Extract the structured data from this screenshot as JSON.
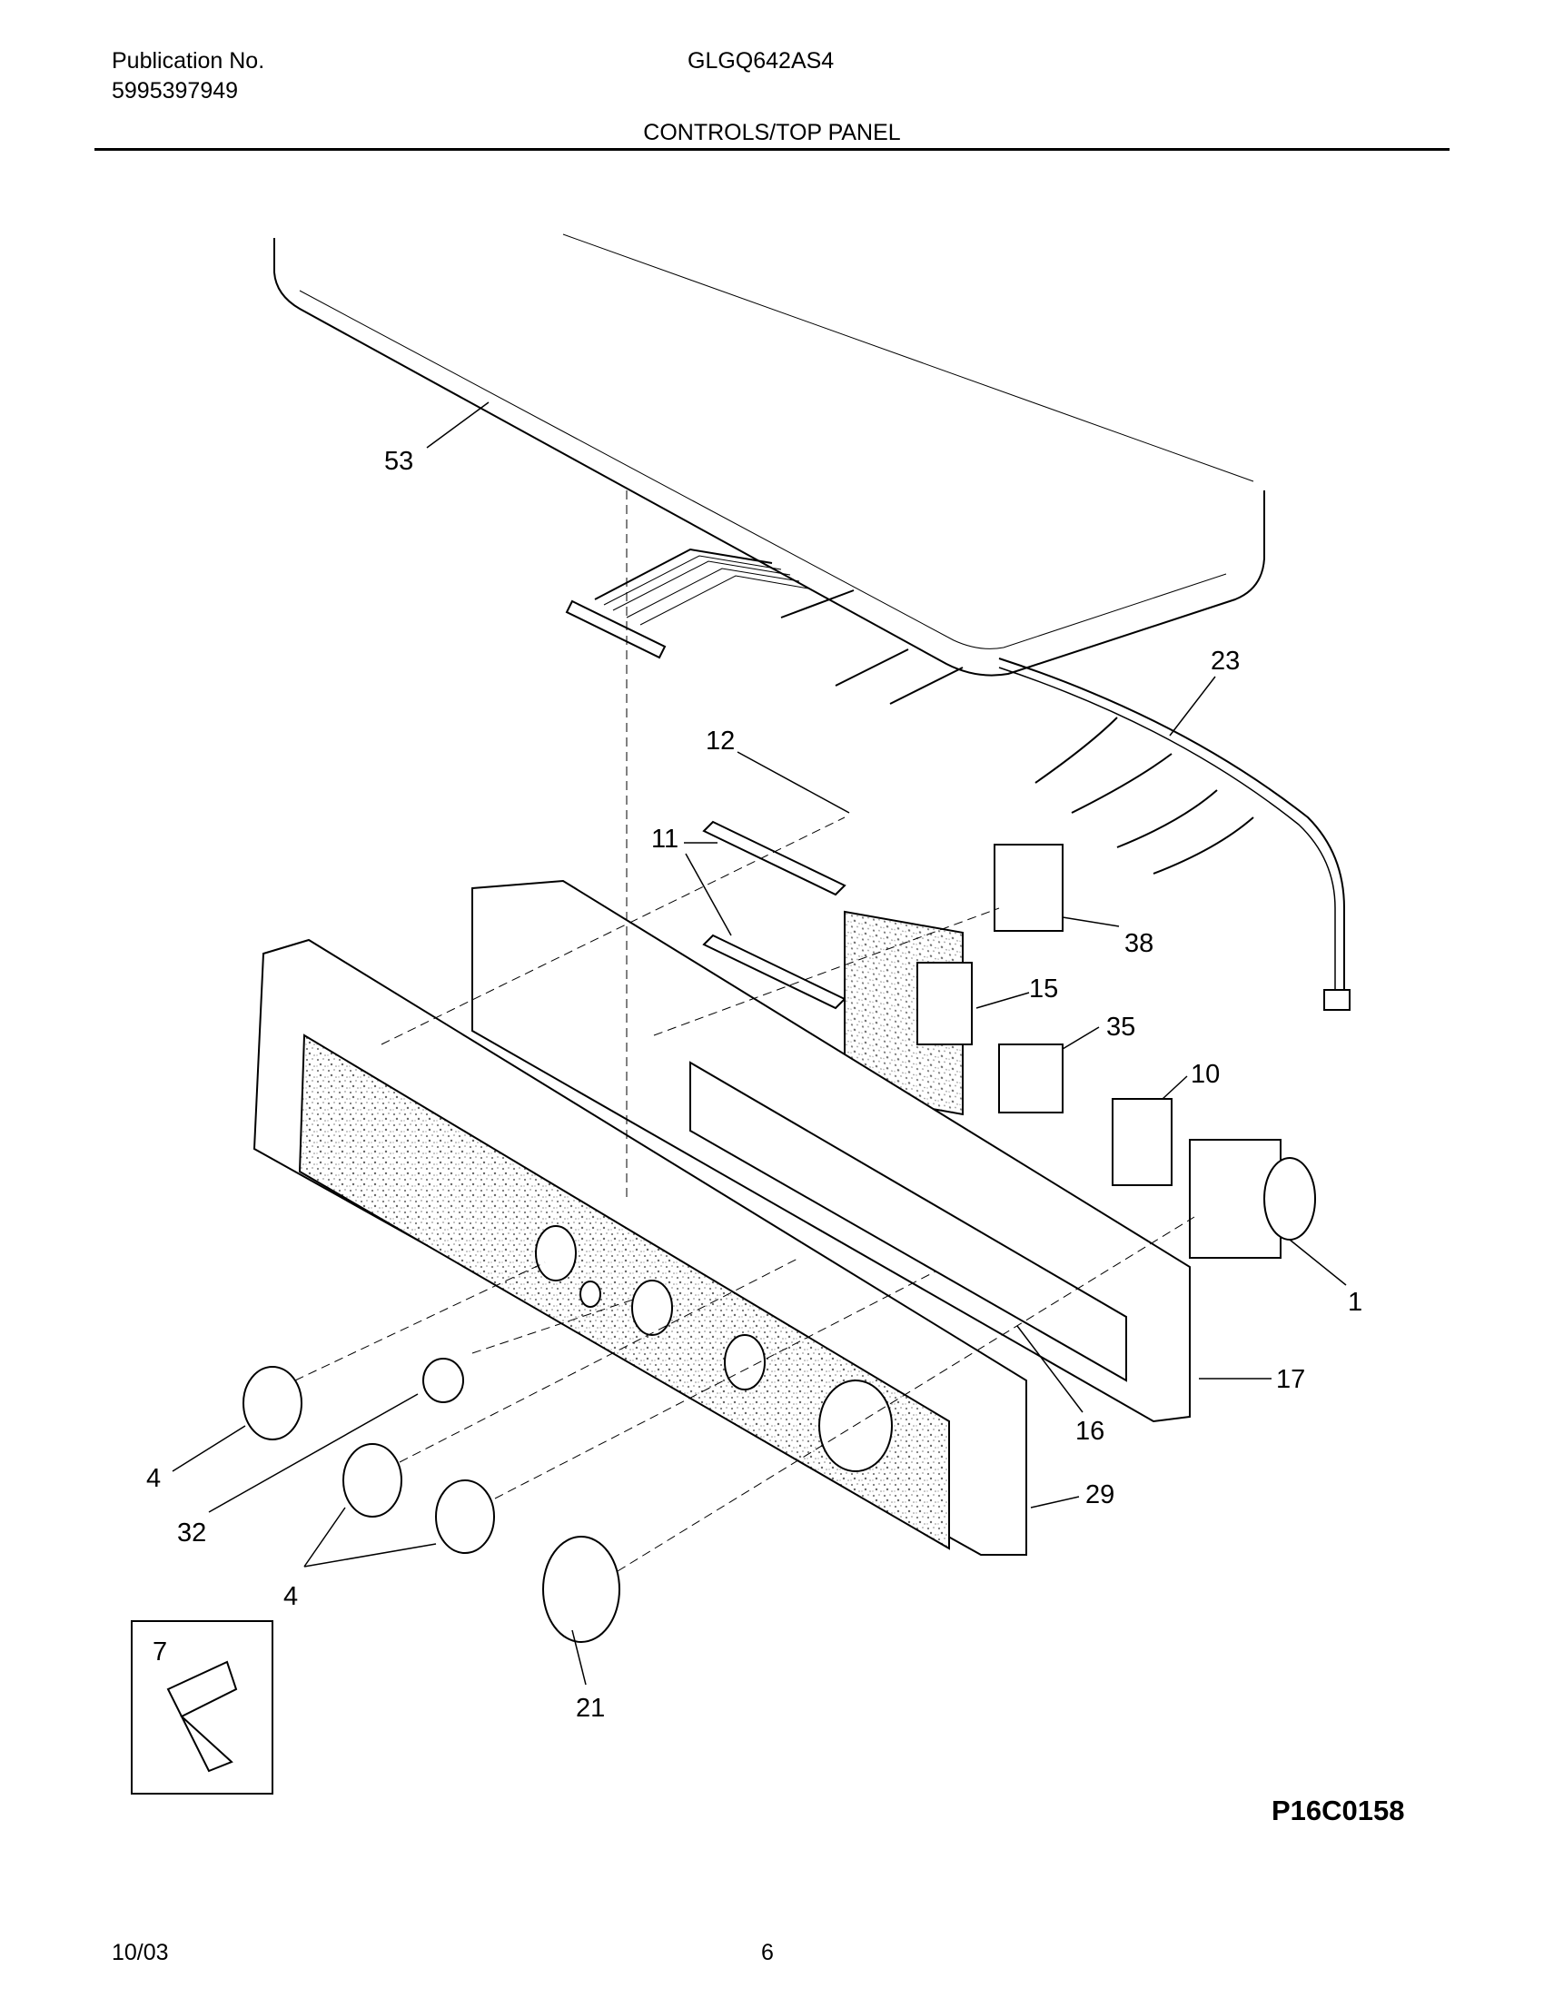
{
  "header": {
    "publication_label": "Publication No.",
    "publication_number": "5995397949",
    "model": "GLGQ642AS4",
    "section_title": "CONTROLS/TOP PANEL"
  },
  "callouts": [
    {
      "id": "53",
      "text": "53"
    },
    {
      "id": "23",
      "text": "23"
    },
    {
      "id": "12",
      "text": "12"
    },
    {
      "id": "11",
      "text": "11"
    },
    {
      "id": "38",
      "text": "38"
    },
    {
      "id": "15",
      "text": "15"
    },
    {
      "id": "35",
      "text": "35"
    },
    {
      "id": "10",
      "text": "10"
    },
    {
      "id": "1",
      "text": "1"
    },
    {
      "id": "17",
      "text": "17"
    },
    {
      "id": "16",
      "text": "16"
    },
    {
      "id": "29",
      "text": "29"
    },
    {
      "id": "4a",
      "text": "4"
    },
    {
      "id": "32",
      "text": "32"
    },
    {
      "id": "4b",
      "text": "4"
    },
    {
      "id": "21",
      "text": "21"
    },
    {
      "id": "7",
      "text": "7"
    }
  ],
  "figure_code": "P16C0158",
  "footer": {
    "date": "10/03",
    "page": "6"
  }
}
